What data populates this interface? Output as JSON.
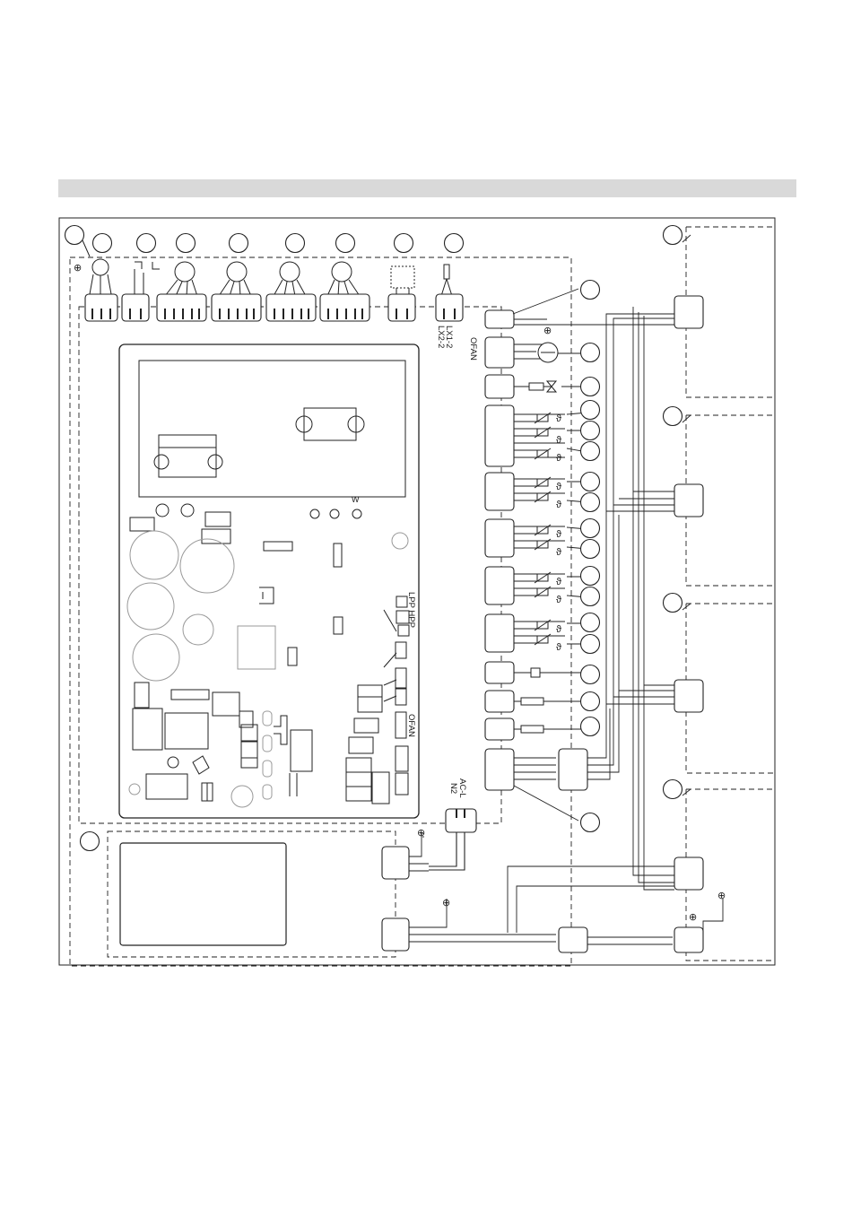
{
  "title": "",
  "diagram": {
    "type": "wiring-diagram",
    "board_labels": {
      "lx2": "LX2-2",
      "lx1": "LX1-2",
      "ofan_left": "OFAN",
      "ofan_board": "OFAN",
      "lpp_hpp": "LPP HPP",
      "w": "W",
      "n2": "N2",
      "acl": "AC-L"
    },
    "symbols": {
      "ground": "⊕",
      "temp": "ϑ"
    }
  }
}
